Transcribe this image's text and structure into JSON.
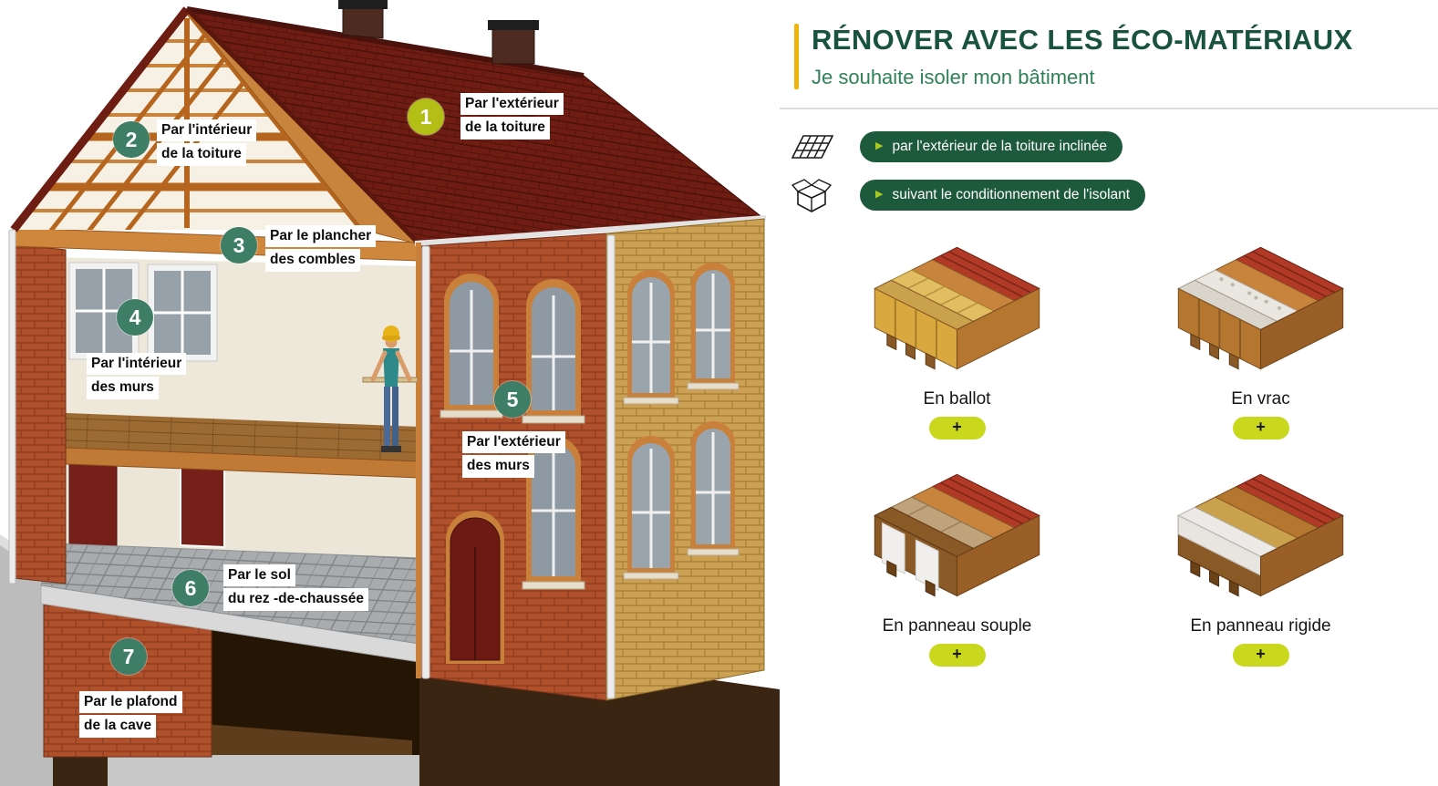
{
  "house_diagram": {
    "markers": [
      {
        "number": "1",
        "lines": [
          "Par l'extérieur",
          "de la toiture"
        ],
        "color": "#b3bf17"
      },
      {
        "number": "2",
        "lines": [
          "Par l'intérieur",
          "de la toiture"
        ],
        "color": "#3e7d66"
      },
      {
        "number": "3",
        "lines": [
          "Par le plancher",
          "des combles"
        ],
        "color": "#3e7d66"
      },
      {
        "number": "4",
        "lines": [
          "Par l'intérieur",
          "des murs"
        ],
        "color": "#3e7d66"
      },
      {
        "number": "5",
        "lines": [
          "Par l'extérieur",
          "des murs"
        ],
        "color": "#3e7d66"
      },
      {
        "number": "6",
        "lines": [
          "Par le sol",
          "du rez -de-chaussée"
        ],
        "color": "#3e7d66"
      },
      {
        "number": "7",
        "lines": [
          "Par le plafond",
          "de la cave"
        ],
        "color": "#3e7d66"
      }
    ]
  },
  "panel": {
    "title": "RÉNOVER AVEC LES ÉCO-MATÉRIAUX",
    "subtitle": "Je souhaite isoler mon bâtiment",
    "options": [
      {
        "icon": "roof-tiles-icon",
        "arrow": "▶",
        "label": "par l'extérieur de la toiture inclinée"
      },
      {
        "icon": "box-icon",
        "arrow": "▶",
        "label": "suivant le conditionnement de l'isolant"
      }
    ],
    "cards": [
      {
        "caption": "En ballot",
        "button": "+"
      },
      {
        "caption": "En vrac",
        "button": "+"
      },
      {
        "caption": "En panneau souple",
        "button": "+"
      },
      {
        "caption": "En panneau rigide",
        "button": "+"
      }
    ],
    "colors": {
      "title_green": "#19523f",
      "subtitle_green": "#2f8156",
      "accent_bar_yellow": "#efb30e",
      "button_green": "#1d5a3b",
      "arrow_yellow_green": "#a9c920",
      "plus_pill_yellow": "#c9d81c",
      "marker_green": "#3e7d66",
      "marker_yellow_green": "#b3bf17"
    }
  }
}
